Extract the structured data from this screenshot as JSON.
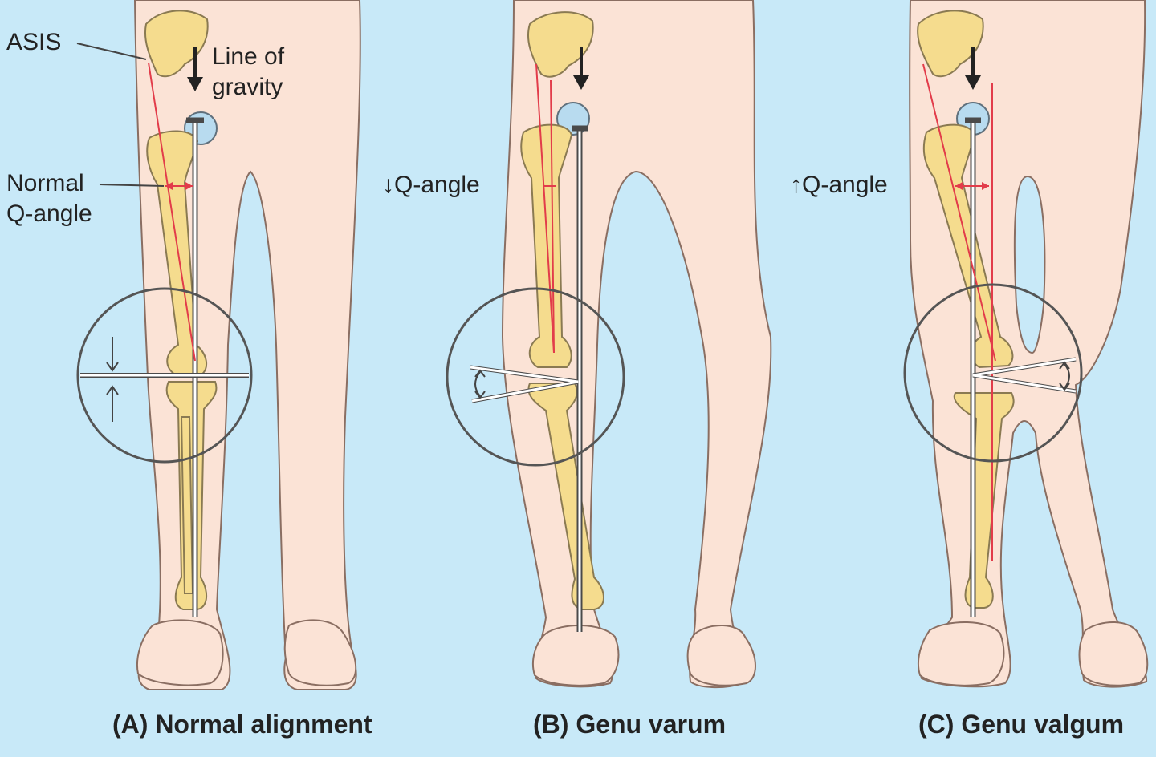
{
  "labels": {
    "asis": "ASIS",
    "line_of_gravity_1": "Line of",
    "line_of_gravity_2": "gravity",
    "normal_q_1": "Normal",
    "normal_q_2": "Q-angle",
    "dec_q": "↓Q-angle",
    "inc_q": "↑Q-angle"
  },
  "captions": {
    "a": "(A) Normal alignment",
    "b": "(B) Genu varum",
    "c": "(C) Genu valgum"
  },
  "colors": {
    "background": "#c8e9f8",
    "skin": "#fbe3d6",
    "bone": "#f5dc8e",
    "q_line": "#e23c4a"
  }
}
